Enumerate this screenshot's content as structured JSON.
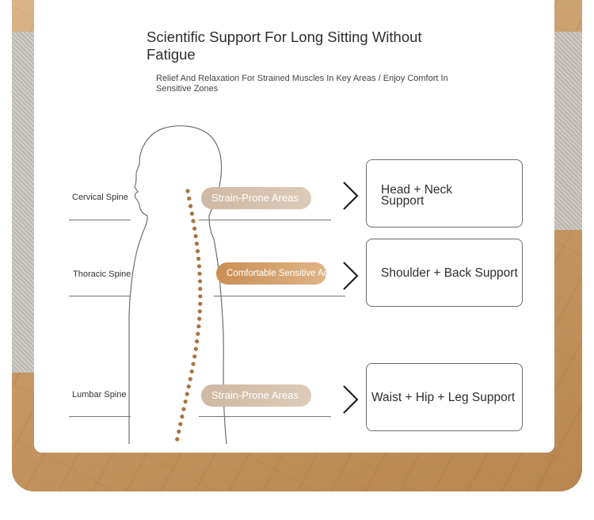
{
  "header": {
    "title": "Scientific Support For Long Sitting Without Fatigue",
    "subtitle": "Relief And Relaxation For Strained Muscles In Key Areas / Enjoy Comfort In Sensitive Zones"
  },
  "rows": [
    {
      "spine": "Cervical Spine",
      "area": "Strain-Prone Areas",
      "support": "Head + Neck Support"
    },
    {
      "spine": "Thoracic Spine",
      "area": "Comfortable Sensitive Areas",
      "support": "Shoulder + Back Support"
    },
    {
      "spine": "Lumbar Spine",
      "area": "Strain-Prone Areas",
      "support": "Waist + Hip + Leg Support"
    }
  ],
  "colors": {
    "soft_pill": "#cdb9a4",
    "warm_pill": "#c98e54",
    "vertebra": "#a8743f"
  }
}
